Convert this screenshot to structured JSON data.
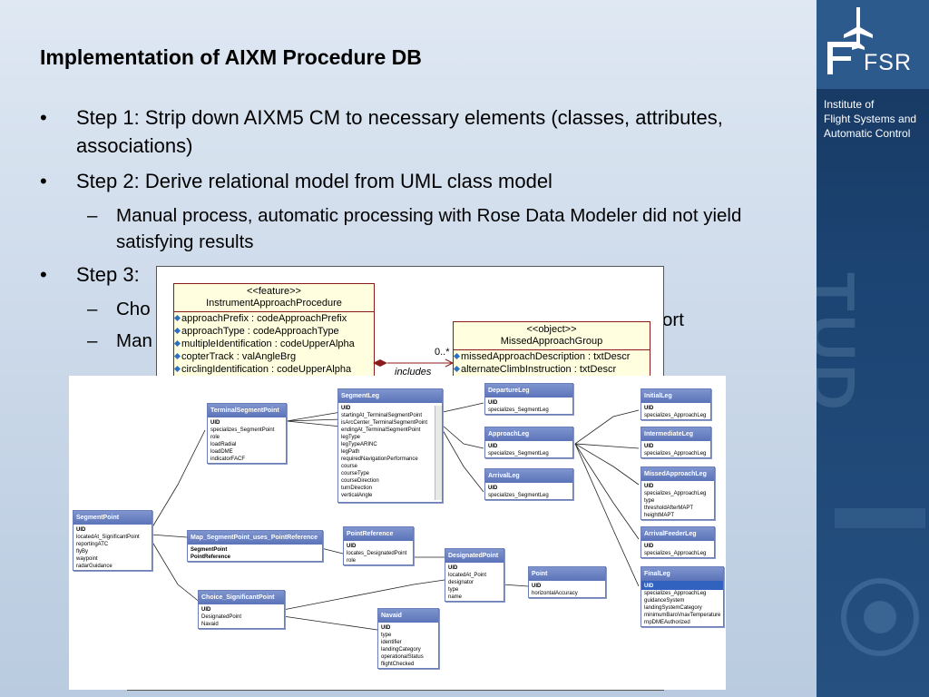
{
  "title": "Implementation of AIXM Procedure DB",
  "bullets": [
    {
      "text": "Step 1: Strip down AIXM5 CM to necessary elements (classes, attributes, associations)"
    },
    {
      "text": "Step 2: Derive relational model from UML class model",
      "sub": [
        "Manual process, automatic processing with Rose Data Modeler did not yield satisfying results"
      ]
    },
    {
      "text": "Step 3:",
      "sub": [
        "Cho",
        "Man"
      ]
    }
  ],
  "step3_trailing_fragment": "ort",
  "sidebar": {
    "logo_text": "FSR",
    "institute_lines": [
      "Institute of",
      "Flight Systems and",
      "Automatic Control"
    ],
    "watermark": "TUD"
  },
  "uml": {
    "class1": {
      "stereotype": "<<feature>>",
      "name": "InstrumentApproachProcedure",
      "attributes": [
        "approachPrefix : codeApproachPrefix",
        "approachType : codeApproachType",
        "multipleIdentification : codeUpperAlpha",
        "copterTrack : valAngleBrg",
        "circlingIdentification : codeUpperAlpha"
      ]
    },
    "class2": {
      "stereotype": "<<object>>",
      "name": "MissedApproachGroup",
      "attributes": [
        "missedApproachDescription : txtDescr",
        "alternateClimbInstruction : txtDescr"
      ]
    },
    "multiplicity": "0..*",
    "association": "includes"
  },
  "db": {
    "TerminalSegmentPoint": {
      "title": "TerminalSegmentPoint",
      "pk": "UID",
      "rows": [
        "specializes_SegmentPoint",
        "role",
        "loadRadial",
        "loadDME",
        "indicatorFACF"
      ]
    },
    "SegmentLeg": {
      "title": "SegmentLeg",
      "pk": "UID",
      "rows": [
        "startingAt_TerminalSegmentPoint",
        "isArcCenter_TerminalSegmentPoint",
        "endingAt_TerminalSegmentPoint",
        "legType",
        "legTypeARINC",
        "legPath",
        "requiredNavigationPerformance",
        "course",
        "courseType",
        "courseDirection",
        "turnDirection",
        "verticalAngle"
      ]
    },
    "DepartureLeg": {
      "title": "DepartureLeg",
      "pk": "UID",
      "rows": [
        "specializes_SegmentLeg"
      ]
    },
    "ApproachLeg": {
      "title": "ApproachLeg",
      "pk": "UID",
      "rows": [
        "specializes_SegmentLeg"
      ]
    },
    "ArrivalLeg": {
      "title": "ArrivalLeg",
      "pk": "UID",
      "rows": [
        "specializes_SegmentLeg"
      ]
    },
    "InitialLeg": {
      "title": "InitialLeg",
      "pk": "UID",
      "rows": [
        "specializes_ApproachLeg"
      ]
    },
    "IntermediateLeg": {
      "title": "IntermediateLeg",
      "pk": "UID",
      "rows": [
        "specializes_ApproachLeg"
      ]
    },
    "MissedApproachLeg": {
      "title": "MissedApproachLeg",
      "pk": "UID",
      "rows": [
        "specializes_ApproachLeg",
        "type",
        "thresholdAfterMAPT",
        "heightMAPT"
      ]
    },
    "ArrivalFeederLeg": {
      "title": "ArrivalFeederLeg",
      "pk": "UID",
      "rows": [
        "specializes_ApproachLeg"
      ]
    },
    "FinalLeg": {
      "title": "FinalLeg",
      "pk": "UID",
      "rows": [
        "specializes_ApproachLeg",
        "guidanceSystem",
        "landingSystemCategory",
        "minimumBaroVnavTemperature",
        "rnpDMEAuthorized"
      ]
    },
    "SegmentPoint": {
      "title": "SegmentPoint",
      "pk": "UID",
      "rows": [
        "locatedAt_SignificantPoint",
        "reportingATC",
        "flyBy",
        "waypoint",
        "radarGuidance"
      ]
    },
    "MapSegmentPoint": {
      "title": "Map_SegmentPoint_uses_PointReference",
      "pk": "SegmentPoint",
      "rows": [
        "PointReference"
      ]
    },
    "PointReference": {
      "title": "PointReference",
      "pk": "UID",
      "rows": [
        "locates_DesignatedPoint",
        "role"
      ]
    },
    "DesignatedPoint": {
      "title": "DesignatedPoint",
      "pk": "UID",
      "rows": [
        "locatedAt_Point",
        "designator",
        "type",
        "name"
      ]
    },
    "Point": {
      "title": "Point",
      "pk": "UID",
      "rows": [
        "horizontalAccuracy"
      ]
    },
    "ChoiceSignificantPoint": {
      "title": "Choice_SignificantPoint",
      "pk": "UID",
      "rows": [
        "DesignatedPoint",
        "Navaid"
      ]
    },
    "Navaid": {
      "title": "Navaid",
      "pk": "UID",
      "rows": [
        "type",
        "identifier",
        "landingCategory",
        "operationalStatus",
        "flightChecked"
      ]
    }
  }
}
